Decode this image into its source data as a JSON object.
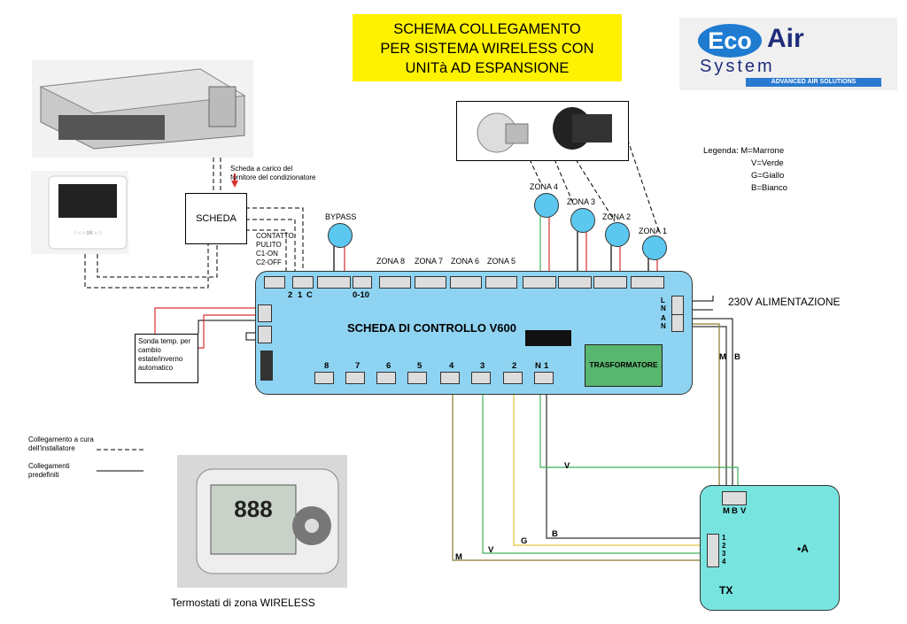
{
  "header": {
    "title_lines": [
      "SCHEMA COLLEGAMENTO",
      "PER SISTEMA WIRELESS CON",
      "UNITà AD ESPANSIONE"
    ],
    "logo": {
      "eco": "Eco",
      "air": "Air",
      "system": "System",
      "tagline": "ADVANCED AIR SOLUTIONS"
    }
  },
  "legend": {
    "label": "Legenda:",
    "items": [
      "M=Marrone",
      "V=Verde",
      "G=Giallo",
      "B=Bianco"
    ]
  },
  "annotations": {
    "scheda_note": "Scheda a carico del fornitore del condizionatore",
    "scheda": "SCHEDA",
    "contatto": [
      "CONTATTO",
      "PULITO",
      "C1-ON",
      "C2-OFF"
    ],
    "bypass": "BYPASS",
    "sonda": "Sonda temp. per cambio estate/inverno automatico",
    "alimentazione": "230V ALIMENTAZIONE",
    "installatore": "Collegamento a cura dell'installatore",
    "predefiniti": "Collegamenti predefiniti",
    "termostati": "Termostati di zona WIRELESS"
  },
  "board": {
    "title": "SCHEDA DI CONTROLLO V600",
    "trasformatore": "TRASFORMATORE",
    "top_terminal_labels": [
      "2",
      "1",
      "C",
      "0-10"
    ],
    "zone_labels_board": [
      "ZONA 8",
      "ZONA 7",
      "ZONA 6",
      "ZONA 5"
    ],
    "power_labels": [
      "L",
      "N",
      "A",
      "N"
    ],
    "bottom_labels": [
      "8",
      "7",
      "6",
      "5",
      "4",
      "3",
      "2",
      "N",
      "1"
    ]
  },
  "zones": [
    "ZONA 4",
    "ZONA 3",
    "ZONA 2",
    "ZONA 1"
  ],
  "tx": {
    "label": "TX",
    "a_label": "•A",
    "top_labels": [
      "M",
      "B",
      "V"
    ],
    "side_labels": [
      "1",
      "2",
      "3",
      "4"
    ]
  },
  "wire_labels": {
    "m": "M",
    "b": "B",
    "v": "V",
    "g": "G",
    "b2": "B",
    "m2": "M",
    "v2": "V"
  },
  "colors": {
    "board": "#8fd3f2",
    "tx": "#78e4e0",
    "title_bg": "#fff200",
    "trasformatore": "#59b66e",
    "brown": "#8b7a2e",
    "green": "#3fae5a",
    "yellow": "#e2c63d",
    "red": "#d93030"
  }
}
